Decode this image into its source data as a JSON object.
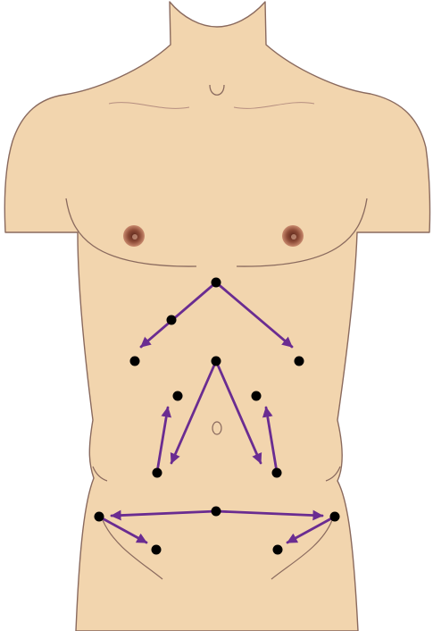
{
  "colors": {
    "skin": "#F2D5AE",
    "outline": "#8A6A5E",
    "arrow": "#6A2C91",
    "point": "#000000",
    "nipple_outer": "#B0705A",
    "nipple_inner": "#6E3426",
    "background": "#FFFFFF"
  },
  "figure": {
    "subject": "anterior-torso",
    "marker_icon": "black-dot",
    "arrow_icon": "purple-arrow"
  }
}
